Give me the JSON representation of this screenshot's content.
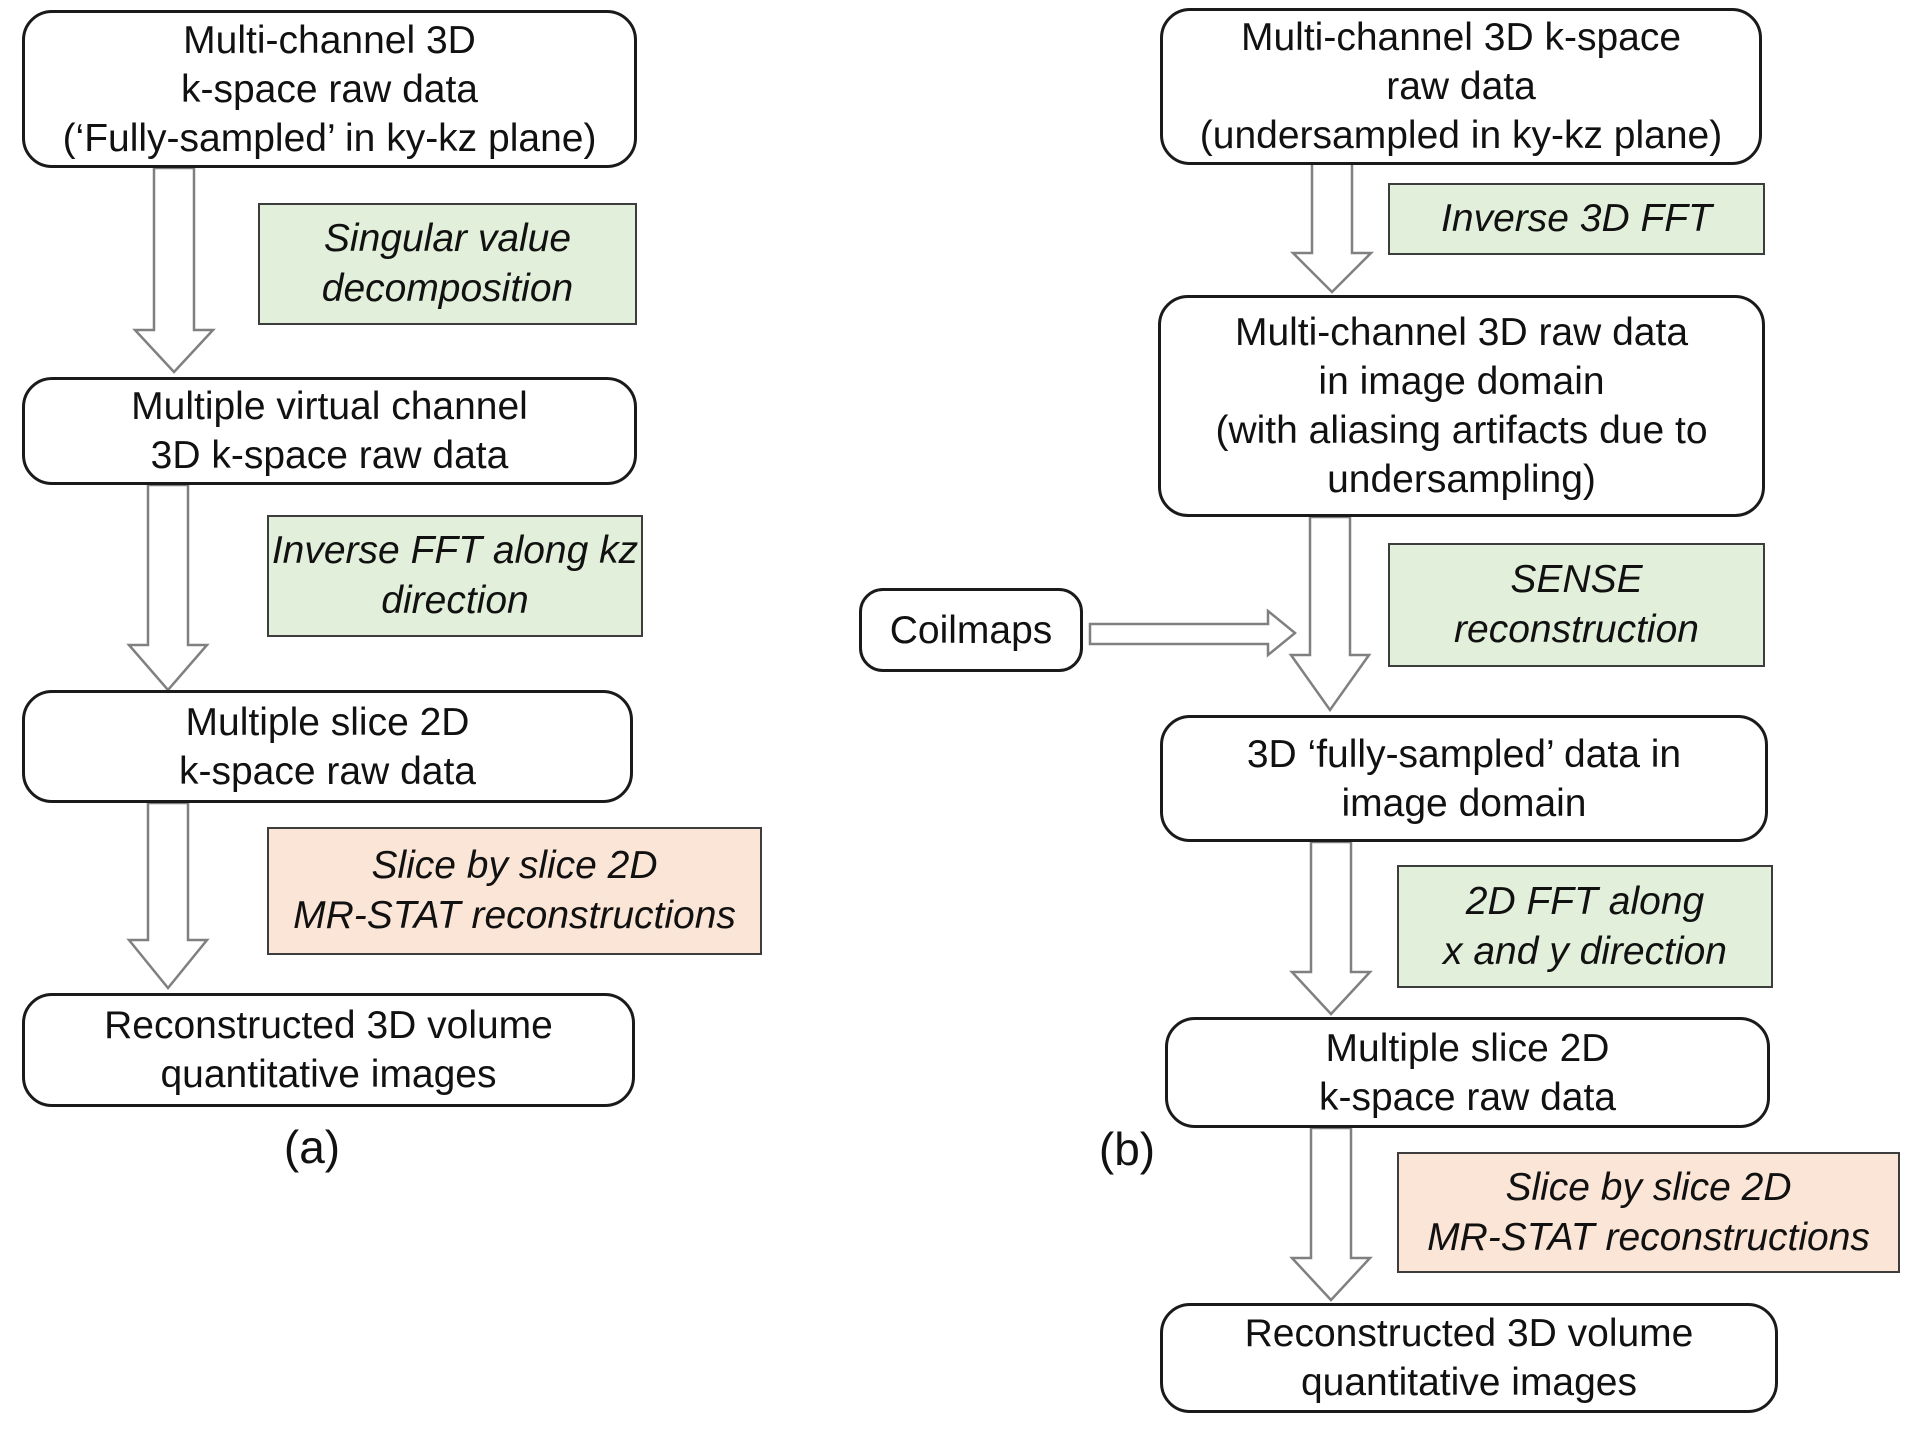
{
  "colors": {
    "process_green": "#e2efda",
    "process_orange": "#fbe5d6",
    "node_border": "#1a1a1a",
    "proc_border": "#3d3d3d",
    "arrow_outline": "#808080",
    "text_color": "#111111"
  },
  "panel_a": {
    "caption": "(a)",
    "node_input": {
      "l1": "Multi-channel 3D",
      "l2": "k-space raw data",
      "l3": "(‘Fully-sampled’ in ky-kz plane)"
    },
    "proc_svd": {
      "l1": "Singular value",
      "l2": "decomposition"
    },
    "node_virtual_channels": {
      "l1": "Multiple virtual channel",
      "l2": "3D k-space raw data"
    },
    "proc_inverse_fft_kz": {
      "l1": "Inverse FFT along kz",
      "l2": "direction"
    },
    "node_slices": {
      "l1": "Multiple slice 2D",
      "l2": "k-space raw data"
    },
    "proc_mrstat": {
      "l1": "Slice by slice 2D",
      "l2": "MR-STAT reconstructions"
    },
    "node_output": {
      "l1": "Reconstructed 3D volume",
      "l2": "quantitative images"
    }
  },
  "panel_b": {
    "caption": "(b)",
    "node_input": {
      "l1": "Multi-channel 3D k-space",
      "l2": "raw data",
      "l3": "(undersampled in ky-kz plane)"
    },
    "proc_inverse_3d_fft": {
      "l1": "Inverse 3D FFT"
    },
    "node_aliased": {
      "l1": "Multi-channel 3D raw data",
      "l2": "in image domain",
      "l3": "(with aliasing artifacts due to",
      "l4": "undersampling)"
    },
    "node_coilmaps": {
      "l1": "Coilmaps"
    },
    "proc_sense": {
      "l1": "SENSE",
      "l2": "reconstruction"
    },
    "node_fully_sampled": {
      "l1": "3D ‘fully-sampled’ data in",
      "l2": "image domain"
    },
    "proc_2d_fft_xy": {
      "l1": "2D FFT along",
      "l2": "x and y direction"
    },
    "node_slices": {
      "l1": "Multiple slice 2D",
      "l2": "k-space raw data"
    },
    "proc_mrstat": {
      "l1": "Slice by slice 2D",
      "l2": "MR-STAT reconstructions"
    },
    "node_output": {
      "l1": "Reconstructed 3D volume",
      "l2": "quantitative images"
    }
  }
}
